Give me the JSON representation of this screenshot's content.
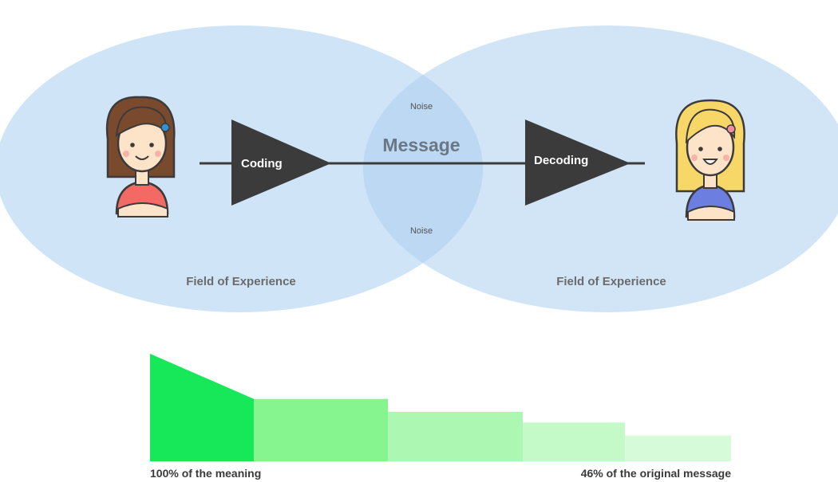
{
  "diagram": {
    "sender_field_label": "Field of Experience",
    "receiver_field_label": "Field of Experience",
    "coding_label": "Coding",
    "decoding_label": "Decoding",
    "message_label": "Message",
    "noise_top_label": "Noise",
    "noise_bottom_label": "Noise",
    "colors": {
      "field_fill": "#cfe4f7",
      "overlap_fill": "#bcd8f2",
      "triangle": "#3b3b3b",
      "line": "#3b3b3b",
      "message_text": "#6b7784"
    }
  },
  "meaning_bar": {
    "start_label": "100% of the meaning",
    "end_label": "46% of the original message",
    "segments": [
      {
        "share_of_meaning": 1.0,
        "color": "#16e85a"
      },
      {
        "share_of_meaning": 0.58,
        "color": "#86f58f"
      },
      {
        "share_of_meaning": 0.46,
        "color": "#acf8b3"
      },
      {
        "share_of_meaning": 0.36,
        "color": "#c4fac8"
      },
      {
        "share_of_meaning": 0.24,
        "color": "#d6fbd9"
      }
    ]
  }
}
